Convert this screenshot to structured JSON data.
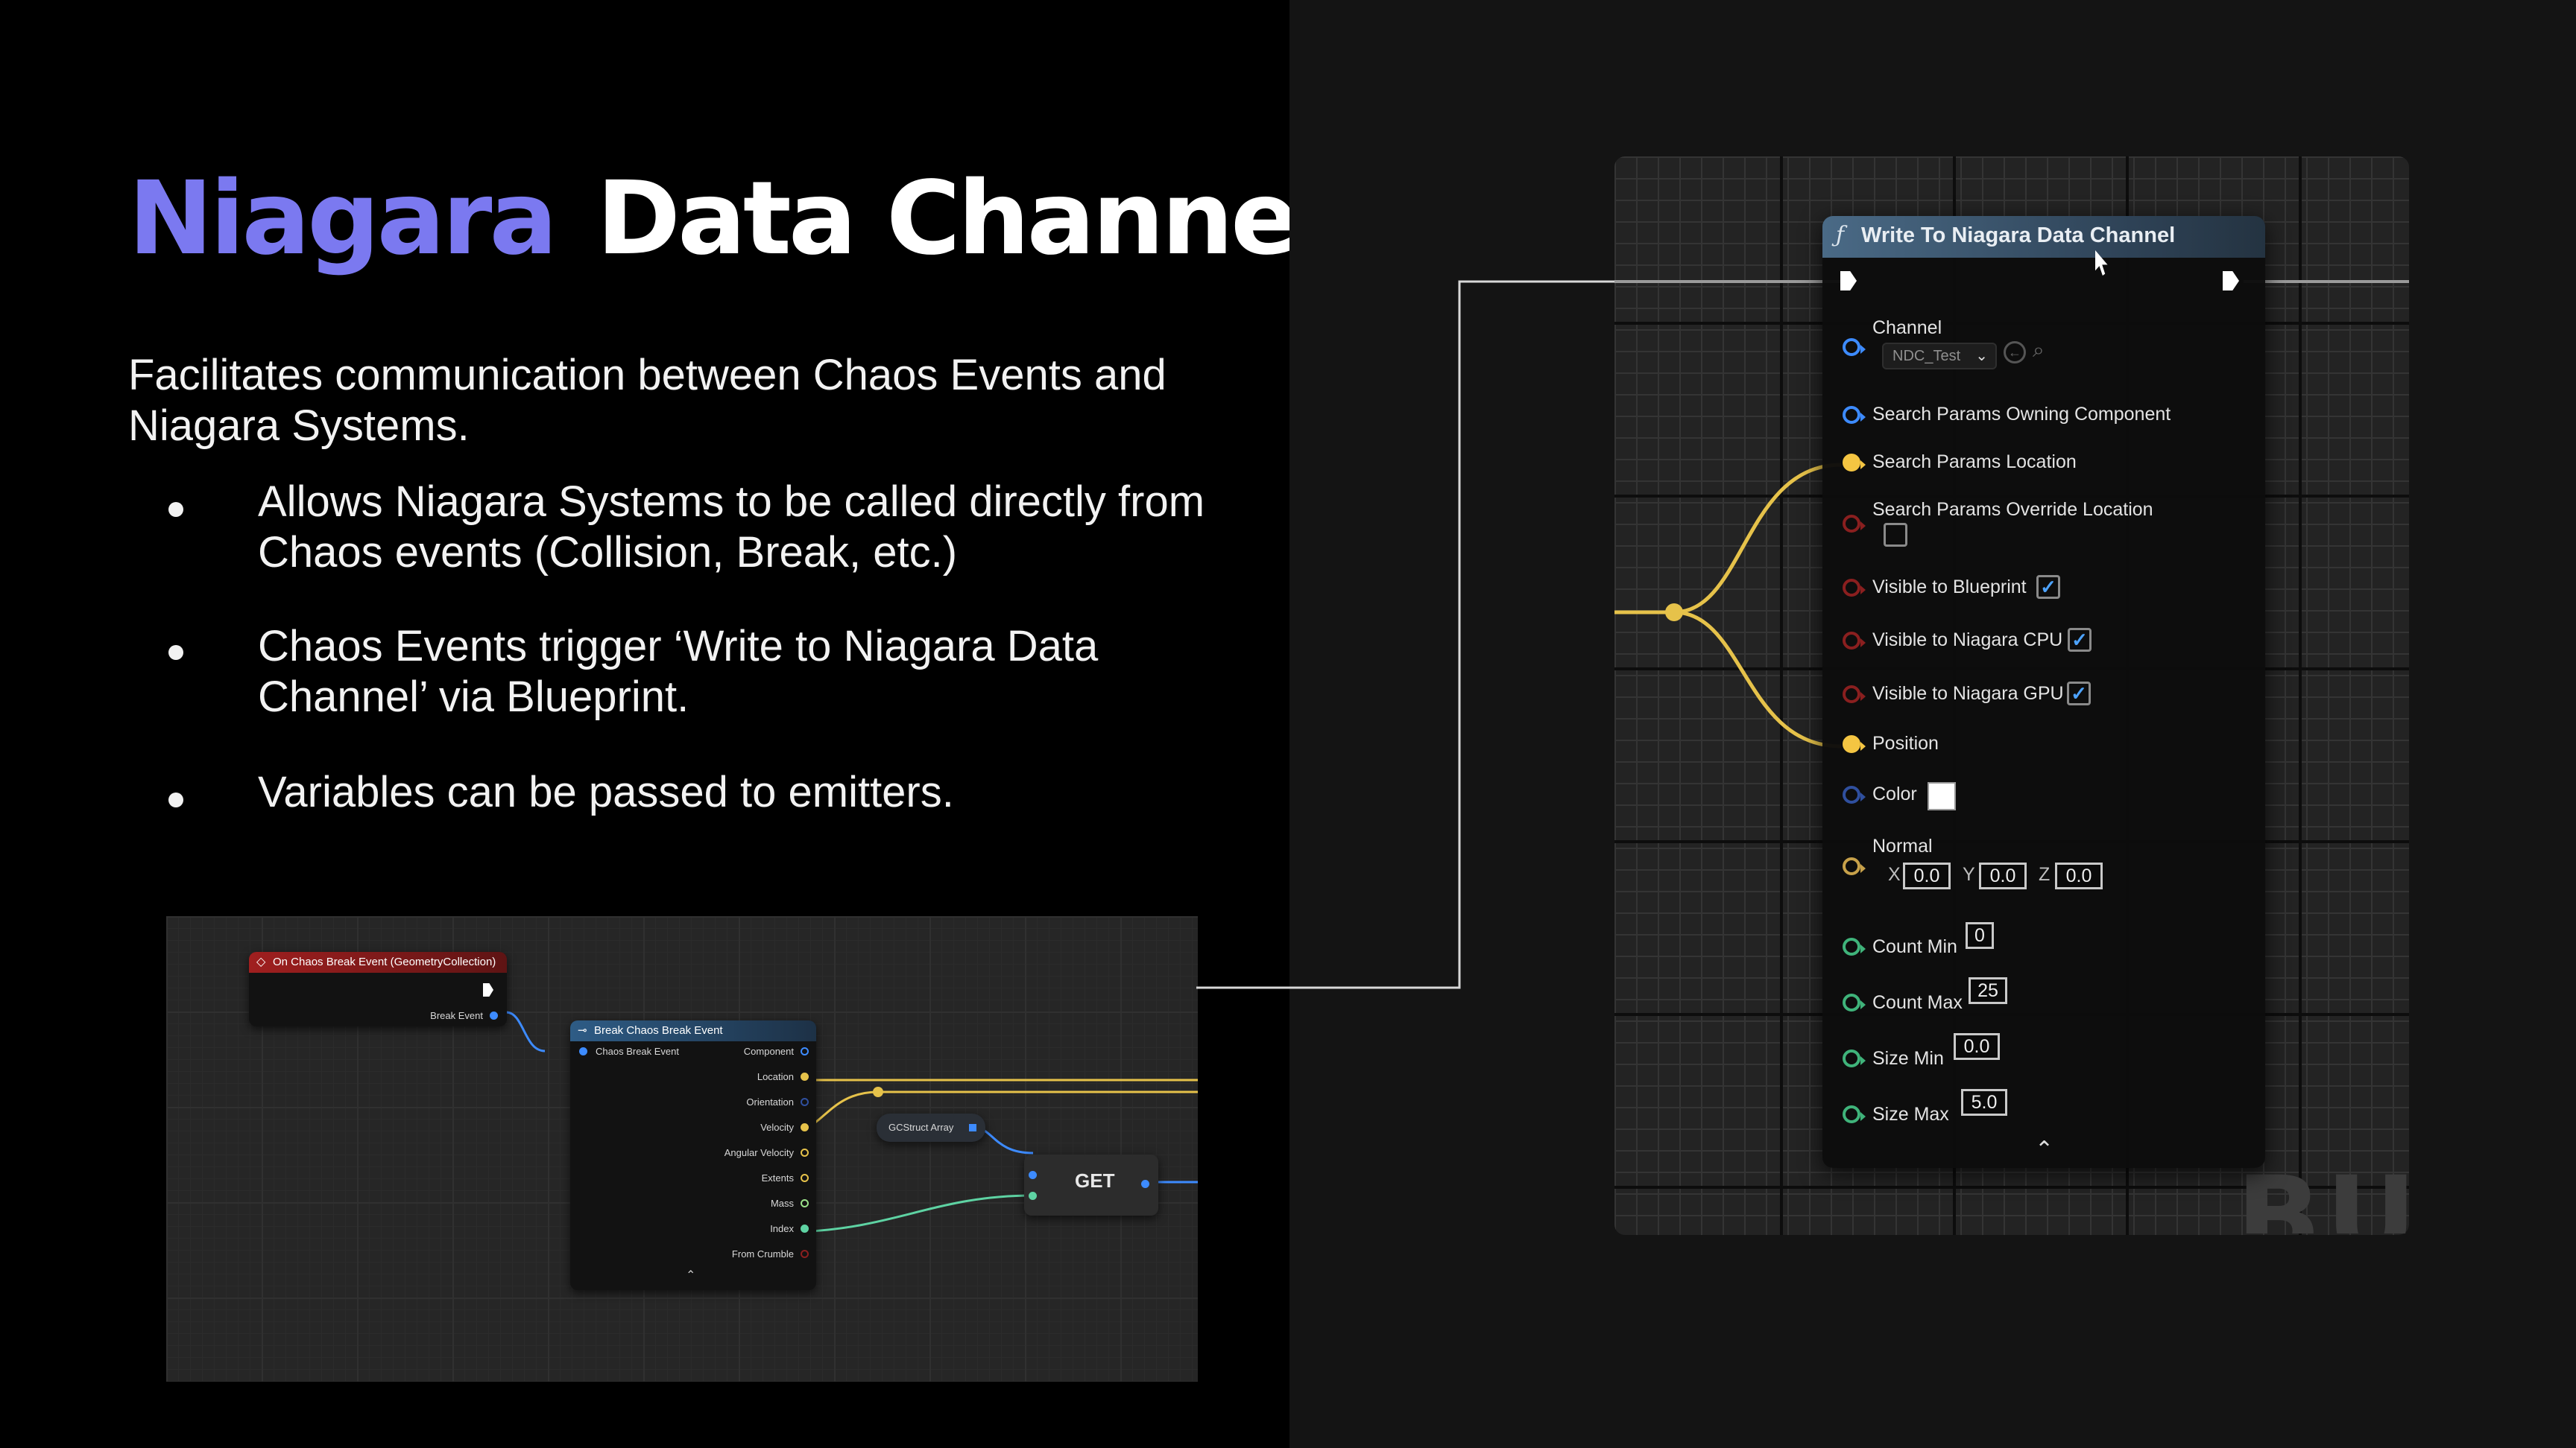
{
  "slide": {
    "title_part1": "Niagara",
    "title_part2": "Data Channel",
    "intro": "Facilitates communication between Chaos Events and Niagara Systems.",
    "bullets": [
      "Allows Niagara Systems to be called directly from Chaos events (Collision, Break, etc.)",
      "Chaos Events trigger ‘Write to Niagara Data Channel’ via Blueprint.",
      "Variables can be passed to emitters."
    ]
  },
  "small_graph": {
    "event_node": {
      "title": "On Chaos Break Event (GeometryCollection)",
      "output": "Break Event"
    },
    "break_node": {
      "title": "Break Chaos Break Event",
      "input": "Chaos Break Event",
      "outputs": [
        "Component",
        "Location",
        "Orientation",
        "Velocity",
        "Angular Velocity",
        "Extents",
        "Mass",
        "Index",
        "From Crumble"
      ]
    },
    "array_node": {
      "label": "GCStruct Array"
    },
    "get_node": {
      "label": "GET"
    }
  },
  "write_node": {
    "title": "Write To Niagara Data Channel",
    "icon": "function-icon",
    "channel_label": "Channel",
    "channel_value": "NDC_Test",
    "rows": {
      "owning_component": "Search Params Owning Component",
      "location": "Search Params Location",
      "override_location": "Search Params Override Location",
      "visible_blueprint": "Visible to Blueprint",
      "visible_cpu": "Visible to Niagara CPU",
      "visible_gpu": "Visible to Niagara GPU",
      "position": "Position",
      "color": "Color",
      "normal": "Normal",
      "count_min": "Count Min",
      "count_max": "Count Max",
      "size_min": "Size Min",
      "size_max": "Size Max"
    },
    "values": {
      "normal_axes": [
        "X",
        "Y",
        "Z"
      ],
      "normal_xyz": [
        "0.0",
        "0.0",
        "0.0"
      ],
      "count_min": "0",
      "count_max": "25",
      "size_min": "0.0",
      "size_max": "5.0"
    },
    "checkmark": "✓",
    "collapse": "⌃"
  },
  "watermark": "BU",
  "colors": {
    "accent_purple": "#7b79f0",
    "pin_blue": "#3d8bff",
    "pin_yellow": "#f4c542",
    "pin_red": "#8a1f1f",
    "pin_navy": "#2f4f9e",
    "pin_green": "#3fb37a",
    "pin_gold": "#c7a14a",
    "wire_yellow": "#e6c24a",
    "wire_teal": "#5ed3a3"
  }
}
